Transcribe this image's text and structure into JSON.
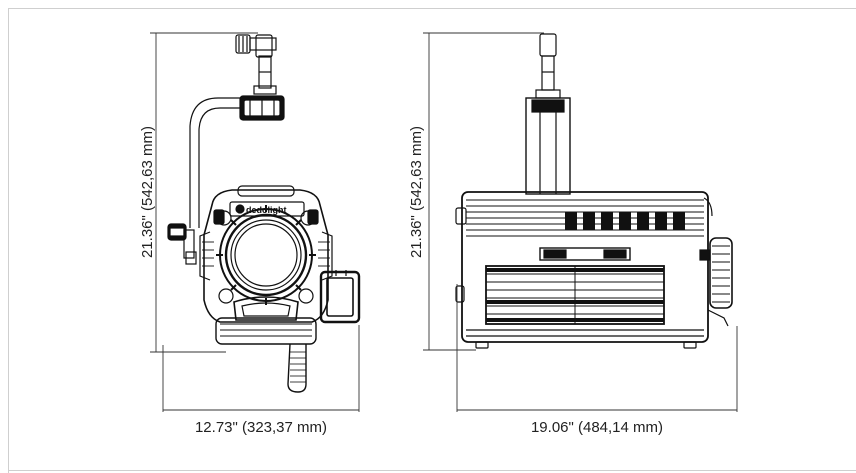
{
  "side_view": {
    "height_label": "21.36\" (542,63 mm)",
    "width_label": "12.73\" (323,37 mm)",
    "brand_text": "dedolight"
  },
  "front_view": {
    "height_label": "21.36\" (542,63 mm)",
    "width_label": "19.06\" (484,14 mm)"
  },
  "colors": {
    "line": "#111111",
    "dimension": "#333333",
    "frame": "#cfcfcf"
  }
}
